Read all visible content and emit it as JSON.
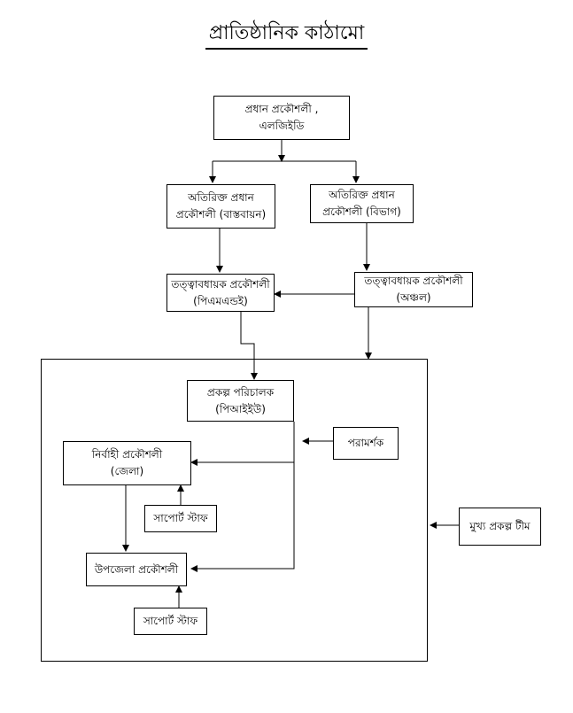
{
  "title": "প্রাতিষ্ঠানিক কাঠামো",
  "nodes": {
    "chief_engineer": {
      "line1": "প্রধান প্রকৌশলী ,",
      "line2": "এলজিইডি"
    },
    "addl_implementation": {
      "line1": "অতিরিক্ত প্রধান",
      "line2": "প্রকৌশলী (বাস্তবায়ন)"
    },
    "addl_division": {
      "line1": "অতিরিক্ত প্রধান",
      "line2": "প্রকৌশলী (বিভাগ)"
    },
    "se_pme": {
      "line1": "তত্ত্বাবধায়ক প্রকৌশলী",
      "line2": "(পিএমএন্ডই)"
    },
    "se_zone": {
      "line1": "তত্ত্বাবধায়ক প্রকৌশলী",
      "line2": "(অঞ্চল)"
    },
    "project_director": {
      "line1": "প্রকল্প পরিচালক",
      "line2": "(পিআইইউ)"
    },
    "consultant": {
      "line1": "পরামর্শক"
    },
    "executive_engineer": {
      "line1": "নির্বাহী প্রকৌশলী",
      "line2": "(জেলা)"
    },
    "support_staff_district": {
      "line1": "সাপোর্ট স্টাফ"
    },
    "upazila_engineer": {
      "line1": "উপজেলা প্রকৌশলী"
    },
    "support_staff_upazila": {
      "line1": "সাপোর্ট স্টাফ"
    },
    "core_team": {
      "line1": "মুখ্য প্রকল্প টীম"
    }
  }
}
